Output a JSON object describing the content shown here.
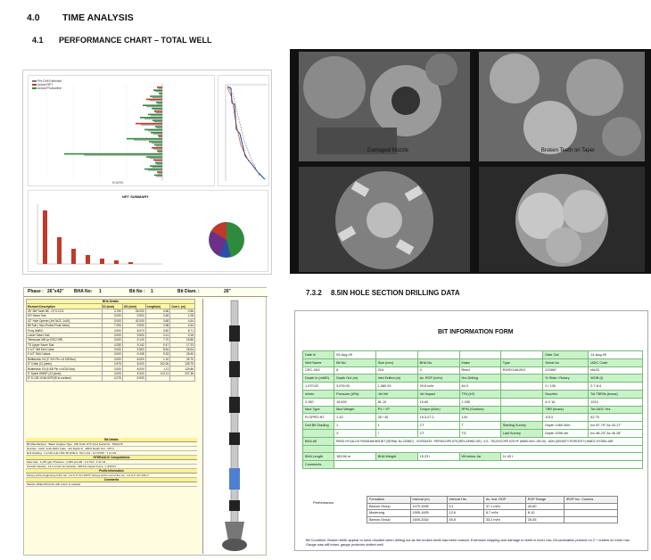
{
  "section": {
    "number": "4.0",
    "title": "TIME ANALYSIS"
  },
  "subsection": {
    "number": "4.1",
    "title": "PERFORMANCE CHART – TOTAL WELL"
  },
  "perf_chart": {
    "legend": [
      "Pre Drill Estimate",
      "Actual NPT",
      "Actual Productive"
    ],
    "npt_title": "NPT SUMMARY"
  },
  "photos": {
    "caption_1": "Damaged Nozzle",
    "caption_2": "Broken Teeth on Taper"
  },
  "bha": {
    "phase_label": "Phase :",
    "phase": "26\"x42\"",
    "bha_no_label": "BHA No:",
    "bha_no": "1",
    "bit_no_label": "Bit No :",
    "bit_no": "1",
    "bit_diam_label": "Bit Diam. :",
    "bit_diam": "26\"",
    "table_title": "BHA Details",
    "header": [
      "Element Description",
      "ID (inch)",
      "OD (inch)",
      "Length(m)",
      "Cum L (m)"
    ],
    "rows": [
      [
        "26\" Mill Tooth Bit - GTX-CG1",
        "3.750",
        "26.000",
        "0.56",
        "0.56"
      ],
      [
        "HO Saver Sub",
        "3.000",
        "9.500",
        "0.48",
        "1.08"
      ],
      [
        "42\" Hole Opener (Jet 3x22, 1x16)",
        "3.000",
        "42.000",
        "3.68",
        "4.64"
      ],
      [
        "Bit Sub ( Non-Ported Float Valve)",
        "7.094",
        "9.500",
        "0.98",
        "4.64"
      ],
      [
        "Pony NMDC",
        "3.000",
        "8.070",
        "3.82",
        "8.71"
      ],
      [
        "Lower Saver Sub",
        "3.000",
        "9.500",
        "0.41",
        "9.16"
      ],
      [
        "Telescope Mill (w DSC/ DR)",
        "3.000",
        "9.140",
        "7.70",
        "16.86"
      ],
      [
        "TS Upper Saver Sub",
        "4.250",
        "9.142",
        "0.47",
        "17.33"
      ],
      [
        "9 1/2\" NM Drill Collar",
        "3.000",
        "9.500",
        "8.54",
        "26.64"
      ],
      [
        "9 1/2\" Drill Collars",
        "3.000",
        "9.438",
        "9.33",
        "26.60"
      ],
      [
        "Bottleneck X0 (3\" S/X Pin x 6 5/8 Box)",
        "3.000",
        "8.000",
        "1.10",
        "26.70"
      ],
      [
        "8\" Collar (11 joints)",
        "2.875",
        "8.000",
        "102.06",
        "128.75"
      ],
      [
        "Bottleneck X0 (6 5/8 Pin x NC50 Box)",
        "3.000",
        "8.000",
        "1.11",
        "129.86"
      ],
      [
        "5\" Spiral HWDP (12 joints)",
        "3.000",
        "5.000",
        "112.11",
        "237.36"
      ],
      [
        "5\" S-135 19.5# DDP(IS to surface)",
        "4.276",
        "5.000",
        "",
        ""
      ]
    ],
    "bit_details_title": "Bit Details",
    "bit_row_1": "Bit Manufacturer :  Baker Hughes     Type :  Mill Tooth GTX-CG1     Serial No :  5362178",
    "bit_row_2": "Nozzles :  3x22, 1x16     IADC Code :  111     Depth In :  386.0     Depth Out :  476.0",
    "bit_row_3": "Dull Grading :  1-1-NO-A-E-I-NO-TD     Drilled :  90 m     Hrs :  12.3     ROP :  7.3 m/hr",
    "hyd_title": "HYDRAULIC Computations",
    "hyd_row_1": "Flow rate :  1,207 gpm     Pressure :  2,200 psi     HSI :  1.2     TFA :  1.31 in2",
    "hyd_row_2": "Annular Velocity :  14.1 m/min     Jet Velocity :  286 ft/s     Impact Force :  1,350 lbf",
    "prop_title": "Proflo Information",
    "prop_row": "Survey at the beginning of the run :  Inc 0.3°  Azi 126.5°     Survey at the end of the run :  Inc 0.4°  Azi 132.1°",
    "comments_title": "Comments",
    "comments": "Section drilled 90m/min with return to seabed"
  },
  "bit_info": {
    "section_no": "7.3.2",
    "section_title": "8.5IN HOLE SECTION DRILLING DATA",
    "form_title": "BIT INFORMATION FORM",
    "rows": [
      [
        [
          "Date In",
          "lab"
        ],
        [
          "09-Aug-09",
          "val"
        ],
        [
          "",
          "val"
        ],
        [
          "",
          "val"
        ],
        [
          "",
          "val"
        ],
        [
          "",
          "val"
        ],
        [
          "Date Out",
          "lab"
        ],
        [
          "14-Aug-09",
          "val"
        ]
      ],
      [
        [
          "Well Name",
          "lab"
        ],
        [
          "Bit No.",
          "lab"
        ],
        [
          "Size (mm)",
          "lab"
        ],
        [
          "BHA No.",
          "lab"
        ],
        [
          "Make",
          "lab"
        ],
        [
          "Type",
          "lab"
        ],
        [
          "Serial No",
          "lab"
        ],
        [
          "IADC Code",
          "lab"
        ]
      ],
      [
        [
          "CRC-3H3",
          "val"
        ],
        [
          "8",
          "val"
        ],
        [
          "216",
          "val"
        ],
        [
          "4",
          "val"
        ],
        [
          "Reed",
          "val"
        ],
        [
          "RGRX166-BOI",
          "val"
        ],
        [
          "222867",
          "val"
        ],
        [
          "M433",
          "val"
        ]
      ],
      [
        [
          "Depth In (mMD)",
          "lab"
        ],
        [
          "Depth Out (m)",
          "lab"
        ],
        [
          "Intvl Drilled (m)",
          "lab"
        ],
        [
          "Av. ROP (m/hr)",
          "lab"
        ],
        [
          "Hrs Drilling",
          "lab"
        ],
        [
          "",
          "lab"
        ],
        [
          "% Slide / Rotary",
          "lab"
        ],
        [
          "WOB (t)",
          "lab"
        ]
      ],
      [
        [
          "1,470.00",
          "val"
        ],
        [
          "3,576.00",
          "val"
        ],
        [
          "1,580.00",
          "val"
        ],
        [
          "29.8 m/hr",
          "val"
        ],
        [
          "84.3",
          "val"
        ],
        [
          "",
          "val"
        ],
        [
          "0 / 100",
          "val"
        ],
        [
          "2.7-8.4",
          "val"
        ]
      ],
      [
        [
          "m/min",
          "lab"
        ],
        [
          "Pressure (kPa)",
          "lab"
        ],
        [
          "Jet Vel",
          "lab"
        ],
        [
          "Jet Impact",
          "lab"
        ],
        [
          "TFA (in²)",
          "lab"
        ],
        [
          "",
          "lab"
        ],
        [
          "Nozzles",
          "lab"
        ],
        [
          "Tot TBR/fs (bracs)",
          "lab"
        ]
      ],
      [
        [
          "2,150",
          "val"
        ],
        [
          "15,500",
          "val"
        ],
        [
          "81.10",
          "val"
        ],
        [
          "15.60",
          "val"
        ],
        [
          "1.035",
          "val"
        ],
        [
          "",
          "val"
        ],
        [
          "6 X 16",
          "val"
        ],
        [
          "1013",
          "val"
        ]
      ],
      [
        [
          "Mud Type",
          "lab"
        ],
        [
          "Mud Weight",
          "lab"
        ],
        [
          "PV / YP",
          "lab"
        ],
        [
          "Torque (kNm)",
          "lab"
        ],
        [
          "RPM (Surface)",
          "lab"
        ],
        [
          "",
          "lab"
        ],
        [
          "TBR (bracs)",
          "lab"
        ],
        [
          "Tot IADC Hrs",
          "lab"
        ]
      ],
      [
        [
          "FLOPRO NT",
          "val"
        ],
        [
          "1.10",
          "val"
        ],
        [
          "25 / 40",
          "val"
        ],
        [
          "19.3-27.2",
          "val"
        ],
        [
          "140",
          "val"
        ],
        [
          "",
          "val"
        ],
        [
          "1013",
          "val"
        ],
        [
          "62.75",
          "val"
        ]
      ],
      [
        [
          "Dull Bit Grading",
          "lab"
        ],
        [
          "1",
          "val"
        ],
        [
          "1",
          "val"
        ],
        [
          "CT",
          "val"
        ],
        [
          "T",
          "val"
        ],
        [
          "Starting Survey",
          "lab"
        ],
        [
          "Depth 1460.40m",
          "val"
        ],
        [
          "Inc 87.79° Az 43.17°",
          "val"
        ]
      ],
      [
        [
          "",
          "lab"
        ],
        [
          "X",
          "val"
        ],
        [
          "I",
          "val"
        ],
        [
          "CT",
          "val"
        ],
        [
          "TD",
          "val"
        ],
        [
          "Last Survey",
          "lab"
        ],
        [
          "Depth 3296.4m",
          "val"
        ],
        [
          "Inc 86.23° Az 46.28°",
          "val"
        ]
      ],
      [
        [
          "BHA #8",
          "lab"
        ],
        [
          "REED HYCALOG RSX616M-B09 BIT (SERIAL No 222867) - XCEEDAT5 - PERISCOPE 675 (RES-APWD-GR) - ILS - TELESCOPE 675 HF (MWD-MVC-GR-DI) - ADN (DENSITY-POROSITY)-NMDC-HYDRA JAR",
          "val",
          7
        ]
      ],
      [
        [
          "",
          "lab"
        ],
        [
          "",
          "val",
          7
        ]
      ],
      [
        [
          "BHA Length",
          "lab"
        ],
        [
          "183.56 m",
          "val"
        ],
        [
          "BHA Weight",
          "lab"
        ],
        [
          "15.23 t",
          "val"
        ],
        [
          "Wt below Jar",
          "lab"
        ],
        [
          "11.40 t",
          "val",
          3
        ]
      ],
      [
        [
          "Comments",
          "lab"
        ],
        [
          "",
          "val",
          7
        ]
      ]
    ],
    "perf_label": "Performance:",
    "perf_header": [
      "Formation",
      "Interval (m)",
      "Interval Hrs",
      "Av. Inst. ROP",
      "ROP Range",
      "IROP Inc. Comms"
    ],
    "perf_rows": [
      [
        "Barrow Group",
        "1470-1595",
        "5.1",
        "37.1 m/hr",
        "40-60",
        ""
      ],
      [
        "Muderong",
        "1595-1605",
        "12.6",
        "8.7 m/hr",
        "8-10",
        ""
      ],
      [
        "Barrow Group",
        "1605-3316",
        "45.8",
        "33.2 m/hr",
        "25-45",
        ""
      ]
    ],
    "bit_condition": "Bit Condition:  Broken teeth appear to have resulted when drilling out as the broken teeth had been noticed. Extensive chipping and damage to teeth in inner row. De-lamination present on 2 + cutters on inner row. Gauge was still intact, gauge protector slotted well."
  }
}
